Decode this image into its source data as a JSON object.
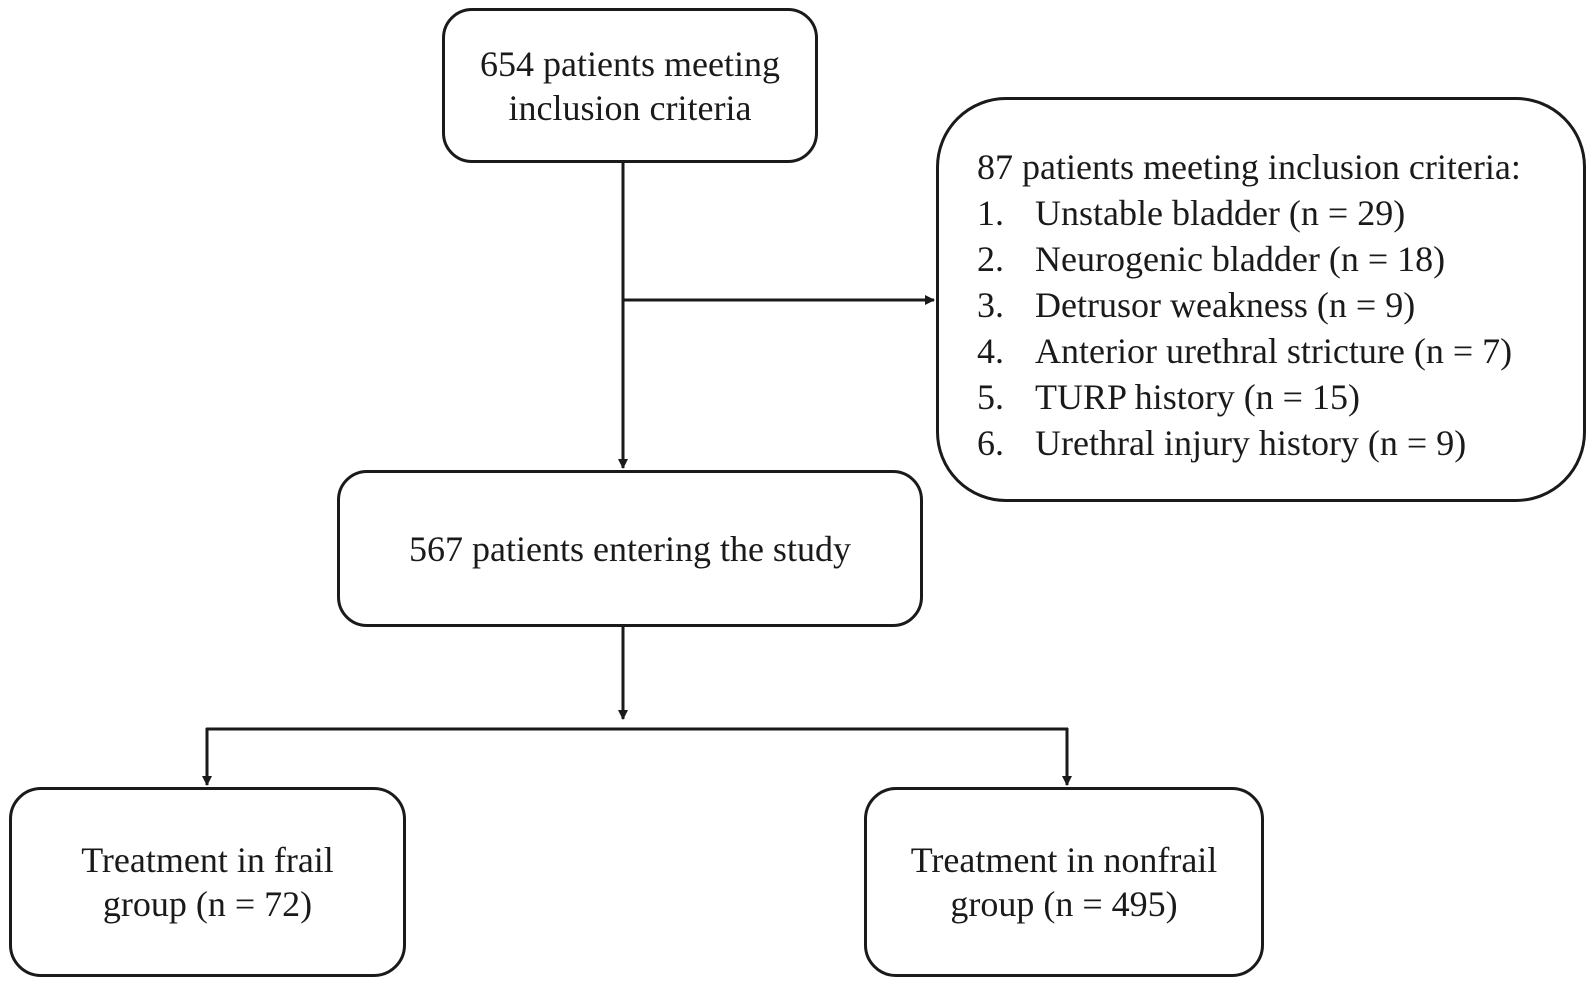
{
  "boxes": {
    "top": "654 patients meeting\ninclusion criteria",
    "middle": "567 patients entering the study",
    "frail": "Treatment  in frail\ngroup (n = 72)",
    "nonfrail": "Treatment  in nonfrail\ngroup (n = 495)"
  },
  "excluded": {
    "heading": "87 patients meeting inclusion criteria:",
    "items": [
      {
        "num": "1.",
        "text": "Unstable bladder (n = 29)"
      },
      {
        "num": "2.",
        "text": "Neurogenic bladder (n = 18)"
      },
      {
        "num": "3.",
        "text": "Detrusor weakness (n = 9)"
      },
      {
        "num": "4.",
        "text": "Anterior urethral stricture (n = 7)"
      },
      {
        "num": "5.",
        "text": "TURP history (n = 15)"
      },
      {
        "num": "6.",
        "text": "Urethral injury history (n = 9)"
      }
    ]
  }
}
